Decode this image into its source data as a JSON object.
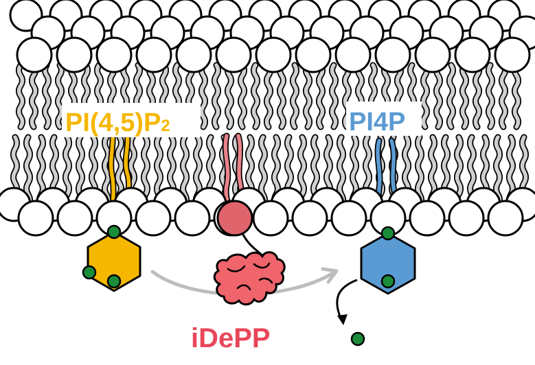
{
  "labels": {
    "pip2_main": "PI(4,5)P",
    "pip2_subscript": "2",
    "pi4p": "PI4P",
    "enzyme": "iDePP"
  },
  "colors": {
    "pip2": "#F5B700",
    "pi4p": "#5B9BD3",
    "enzyme": "#E8475A",
    "enzyme_body": "#F0646C",
    "anchor_head": "#E0646C",
    "anchor_tail": "#E9848A",
    "phosphate": "#1A8C3A",
    "lipid_tail": "#D0D0D0",
    "outline": "#000000",
    "arrow": "#BDBDBD"
  }
}
